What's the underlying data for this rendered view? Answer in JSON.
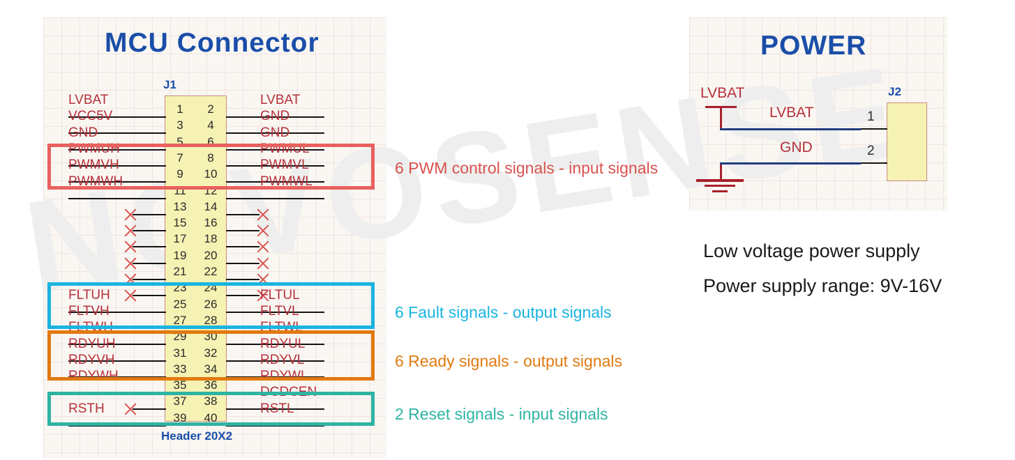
{
  "colors": {
    "title_blue": "#1a4ea8",
    "net_red": "#b5313a",
    "pwm_box": "#e8615e",
    "fault_box": "#1ab4e0",
    "ready_box": "#e07a10",
    "reset_box": "#2fb3a3",
    "body_fill": "#f6f2b4",
    "body_border": "#c98d7c",
    "wire_black": "#131313",
    "wire_blue": "#1f3b80",
    "symbol_red": "#a8202c"
  },
  "watermark": {
    "text": "NOVOSENSE"
  },
  "mcu": {
    "title": "MCU   Connector",
    "ref_des": "J1",
    "part_name": "Header 20X2",
    "pins": [
      {
        "odd": "1",
        "even": "2",
        "left": "LVBAT",
        "right": "LVBAT",
        "left_nc": false,
        "right_nc": false
      },
      {
        "odd": "3",
        "even": "4",
        "left": "VCC5V",
        "right": "GND",
        "left_nc": false,
        "right_nc": false
      },
      {
        "odd": "5",
        "even": "6",
        "left": "GND",
        "right": "GND",
        "left_nc": false,
        "right_nc": false
      },
      {
        "odd": "7",
        "even": "8",
        "left": "PWMUH",
        "right": "PWMUL",
        "left_nc": false,
        "right_nc": false
      },
      {
        "odd": "9",
        "even": "10",
        "left": "PWMVH",
        "right": "PWMVL",
        "left_nc": false,
        "right_nc": false
      },
      {
        "odd": "11",
        "even": "12",
        "left": "PWMWH",
        "right": "PWMWL",
        "left_nc": false,
        "right_nc": false
      },
      {
        "odd": "13",
        "even": "14",
        "left": "",
        "right": "",
        "left_nc": true,
        "right_nc": true
      },
      {
        "odd": "15",
        "even": "16",
        "left": "",
        "right": "",
        "left_nc": true,
        "right_nc": true
      },
      {
        "odd": "17",
        "even": "18",
        "left": "",
        "right": "",
        "left_nc": true,
        "right_nc": true
      },
      {
        "odd": "19",
        "even": "20",
        "left": "",
        "right": "",
        "left_nc": true,
        "right_nc": true
      },
      {
        "odd": "21",
        "even": "22",
        "left": "",
        "right": "",
        "left_nc": true,
        "right_nc": true
      },
      {
        "odd": "23",
        "even": "24",
        "left": "",
        "right": "",
        "left_nc": true,
        "right_nc": true
      },
      {
        "odd": "25",
        "even": "26",
        "left": "FLTUH",
        "right": "FLTUL",
        "left_nc": false,
        "right_nc": false
      },
      {
        "odd": "27",
        "even": "28",
        "left": "FLTVH",
        "right": "FLTVL",
        "left_nc": false,
        "right_nc": false
      },
      {
        "odd": "29",
        "even": "30",
        "left": "FLTWH",
        "right": "FLTWL",
        "left_nc": false,
        "right_nc": false
      },
      {
        "odd": "31",
        "even": "32",
        "left": "RDYUH",
        "right": "RDYUL",
        "left_nc": false,
        "right_nc": false
      },
      {
        "odd": "33",
        "even": "34",
        "left": "RDYVH",
        "right": "RDYVL",
        "left_nc": false,
        "right_nc": false
      },
      {
        "odd": "35",
        "even": "36",
        "left": "RDYWH",
        "right": "RDYWL",
        "left_nc": false,
        "right_nc": false
      },
      {
        "odd": "37",
        "even": "38",
        "left": "",
        "right": "DCDCEN",
        "left_nc": true,
        "right_nc": false
      },
      {
        "odd": "39",
        "even": "40",
        "left": "RSTH",
        "right": "RSTL",
        "left_nc": false,
        "right_nc": false
      }
    ],
    "annotations": [
      {
        "text": "6 PWM control signals - input signals",
        "color": "#d9534f"
      },
      {
        "text": "6 Fault signals - output signals",
        "color": "#1ab4e0"
      },
      {
        "text": "6 Ready signals - output signals",
        "color": "#e07a10"
      },
      {
        "text": "2 Reset signals - input signals",
        "color": "#2fb3a3"
      }
    ]
  },
  "power": {
    "title": "POWER",
    "ref_des": "J2",
    "port_label": "LVBAT",
    "nets": [
      {
        "name": "LVBAT",
        "pin": "1"
      },
      {
        "name": "GND",
        "pin": "2"
      }
    ],
    "description": [
      "Low voltage power supply",
      "Power supply range: 9V-16V"
    ]
  }
}
